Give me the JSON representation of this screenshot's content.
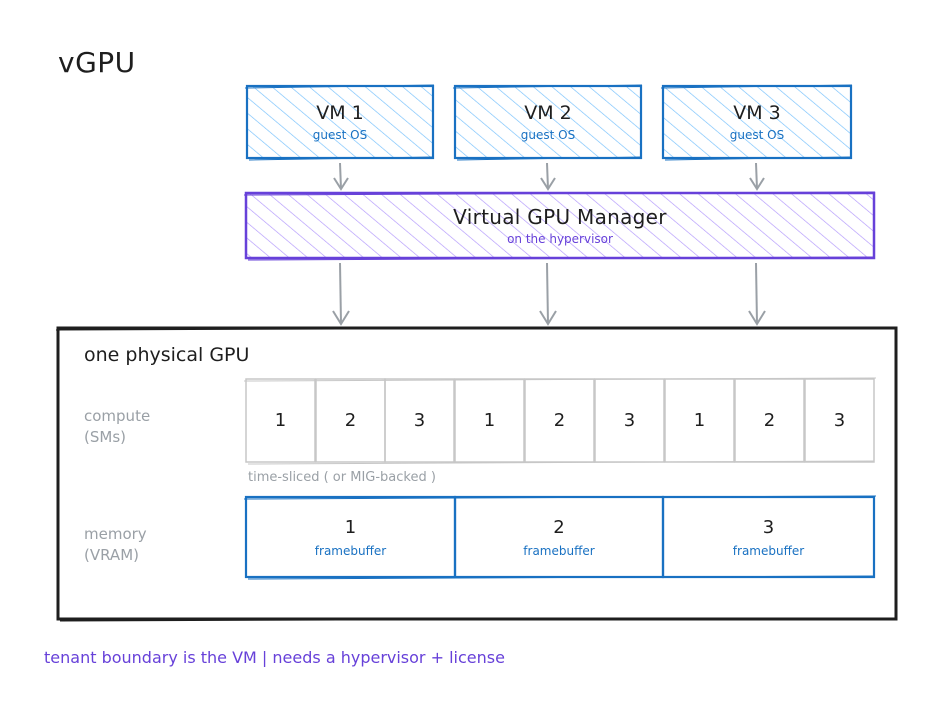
{
  "title": "vGPU",
  "colors": {
    "vm_stroke": "#1971c2",
    "vm_fill": "#a5d8ff",
    "manager_stroke": "#6741d9",
    "manager_fill": "#d0bfff",
    "arrow": "#9aa0a6",
    "gpu_border": "#1e1e1e",
    "cell_border": "#c7c7c7",
    "footer_text": "#6741d9"
  },
  "vms": [
    {
      "name": "VM 1",
      "subtitle": "guest OS"
    },
    {
      "name": "VM 2",
      "subtitle": "guest OS"
    },
    {
      "name": "VM 3",
      "subtitle": "guest OS"
    }
  ],
  "manager": {
    "title": "Virtual GPU Manager",
    "subtitle": "on the hypervisor"
  },
  "gpu": {
    "title": "one physical GPU",
    "compute_label": [
      "compute",
      "(SMs)"
    ],
    "compute_cells": [
      "1",
      "2",
      "3",
      "1",
      "2",
      "3",
      "1",
      "2",
      "3"
    ],
    "compute_note": "time-sliced ( or MIG-backed )",
    "memory_label": [
      "memory",
      "(VRAM)"
    ],
    "framebuffers": [
      {
        "number": "1",
        "label": "framebuffer"
      },
      {
        "number": "2",
        "label": "framebuffer"
      },
      {
        "number": "3",
        "label": "framebuffer"
      }
    ]
  },
  "footer": "tenant boundary is the VM | needs a hypervisor + license"
}
